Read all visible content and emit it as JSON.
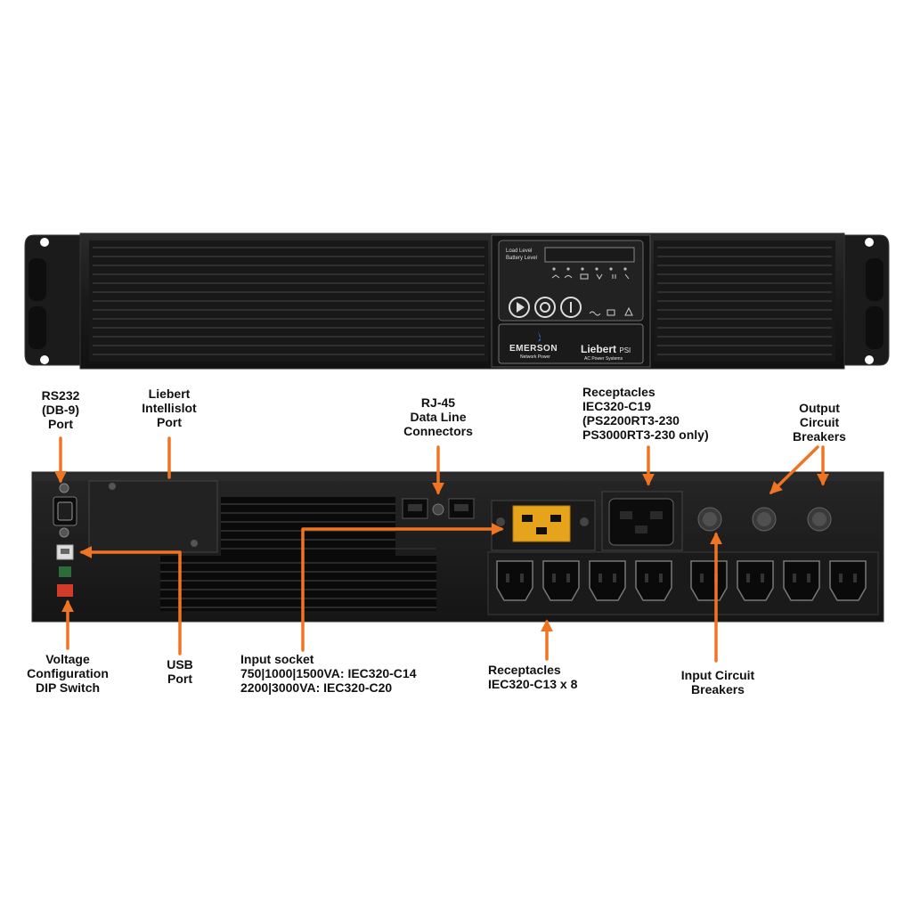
{
  "front_panel": {
    "brand_name": "EMERSON",
    "brand_sub": "Network Power",
    "product_name": "Liebert",
    "product_model": "PSI",
    "product_sub": "AC Power Systems",
    "display_load_label": "Load Level",
    "display_battery_label": "Battery Level"
  },
  "callouts": {
    "rs232": [
      "RS232",
      "(DB-9)",
      "Port"
    ],
    "intellislot": [
      "Liebert",
      "Intellislot",
      "Port"
    ],
    "rj45": [
      "RJ-45",
      "Data Line",
      "Connectors"
    ],
    "c19": [
      "Receptacles",
      "IEC320-C19",
      "(PS2200RT3-230",
      "PS3000RT3-230 only)"
    ],
    "output_breakers": [
      "Output",
      "Circuit",
      "Breakers"
    ],
    "dip_switch": [
      "Voltage",
      "Configuration",
      "DIP Switch"
    ],
    "usb": [
      "USB",
      "Port"
    ],
    "input_socket": [
      "Input socket",
      "750|1000|1500VA: IEC320-C14",
      "2200|3000VA: IEC320-C20"
    ],
    "c13": [
      "Receptacles",
      "IEC320-C13 x 8"
    ],
    "input_breakers": [
      "Input Circuit",
      "Breakers"
    ]
  },
  "colors": {
    "arrow": "#f07522",
    "chassis": "#1c1c1c",
    "panel": "#262626",
    "background": "#ffffff"
  },
  "icons": [
    "rack-ear-icon",
    "play-icon",
    "power-icon",
    "info-icon",
    "arrow-icon"
  ]
}
